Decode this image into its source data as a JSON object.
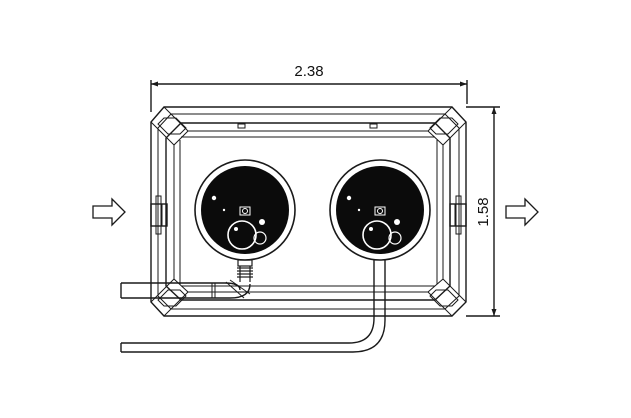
{
  "dimensions": {
    "width_label": "2.38",
    "height_label": "1.58"
  },
  "colors": {
    "line": "#1a1a1a",
    "background": "#ffffff",
    "dial": "#0b0b0b"
  },
  "icons": {
    "inlet": "arrow-right-outline-icon",
    "outlet": "arrow-right-outline-icon"
  },
  "components": [
    "outer-frame",
    "inner-frame",
    "gauge-left",
    "gauge-right",
    "pipe-left",
    "pipe-right"
  ]
}
